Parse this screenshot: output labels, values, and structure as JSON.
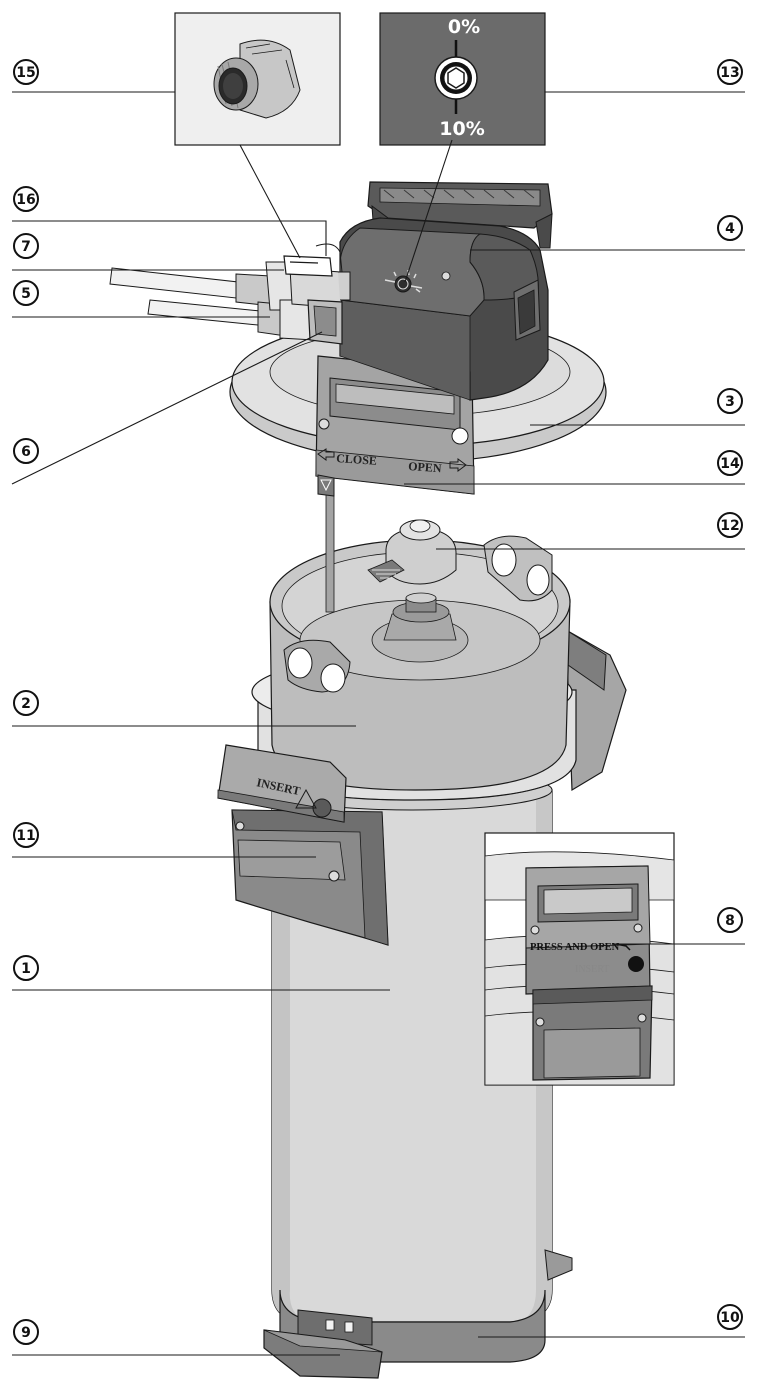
{
  "callouts": [
    {
      "number": "15"
    },
    {
      "number": "13"
    },
    {
      "number": "16"
    },
    {
      "number": "7"
    },
    {
      "number": "5"
    },
    {
      "number": "4"
    },
    {
      "number": "3"
    },
    {
      "number": "6"
    },
    {
      "number": "14"
    },
    {
      "number": "12"
    },
    {
      "number": "2"
    },
    {
      "number": "11"
    },
    {
      "number": "8"
    },
    {
      "number": "1"
    },
    {
      "number": "9"
    },
    {
      "number": "10"
    }
  ],
  "dial_inset": {
    "top_label": "0%",
    "bottom_label": "10%"
  },
  "lid_labels": {
    "close": "CLOSE",
    "open": "OPEN"
  },
  "clamp_label": {
    "insert": "INSERT"
  },
  "latch_inset": {
    "press_open": "PRESS AND OPEN",
    "insert": "INSERT"
  },
  "colors": {
    "body_light": "#d9d9d9",
    "body_mid": "#bdbdbd",
    "body_dark": "#8a8a8a",
    "head_dark": "#4a4a4a",
    "inset_dark_bg": "#6b6b6b",
    "inset_light_bg": "#efefef",
    "line": "#1a1a1a"
  }
}
